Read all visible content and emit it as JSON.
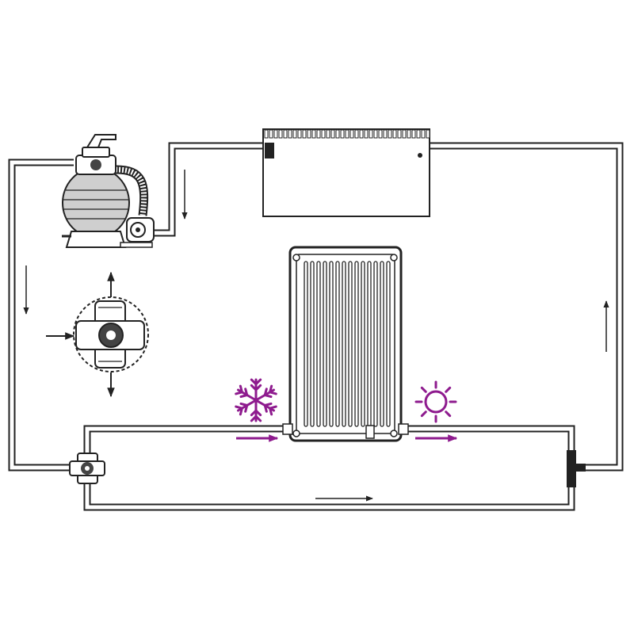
{
  "colors": {
    "ink": "#222222",
    "pipe_fill": "#ffffff",
    "accent": "#8e1b8e",
    "valve_fill": "#444444",
    "tank_fill": "#cfcfcf",
    "background": "#ffffff"
  },
  "components": {
    "sand_filter": {
      "icon": "sand-filter-pump-icon"
    },
    "valve_detail": {
      "icon": "multiport-valve-icon"
    },
    "pool": {
      "icon": "pool-icon"
    },
    "solar_panel": {
      "icon": "solar-collector-icon"
    },
    "bypass_valve": {
      "icon": "three-way-valve-icon"
    },
    "return_connector": {
      "icon": "pipe-connector-icon"
    }
  },
  "indicators": {
    "cold_inlet": {
      "icon": "snowflake-icon",
      "color": "#8e1b8e"
    },
    "warm_outlet": {
      "icon": "sun-icon",
      "color": "#8e1b8e"
    }
  },
  "flow_arrows": [
    {
      "icon": "arrow-down-icon",
      "location": "filter-outlet-pipe"
    },
    {
      "icon": "arrow-down-icon",
      "location": "left-pipe"
    },
    {
      "icon": "arrow-up-icon",
      "location": "right-pipe"
    },
    {
      "icon": "arrow-right-icon",
      "location": "bottom-pipe"
    },
    {
      "icon": "arrow-right-icon",
      "location": "solar-inlet",
      "color": "#8e1b8e"
    },
    {
      "icon": "arrow-right-icon",
      "location": "solar-outlet",
      "color": "#8e1b8e"
    }
  ]
}
